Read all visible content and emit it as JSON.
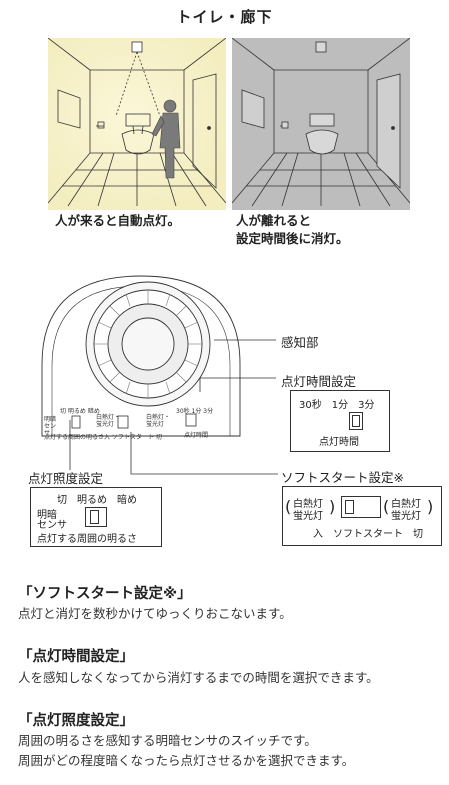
{
  "title": "トイレ・廊下",
  "scene_left": {
    "caption": "人が来ると自動点灯。"
  },
  "scene_right": {
    "caption_line1": "人が離れると",
    "caption_line2": "設定時間後に消灯。"
  },
  "device": {
    "callout_sensor": "感知部",
    "callout_time": "点灯時間設定",
    "callout_lux": "点灯照度設定",
    "callout_soft": "ソフトスタート設定※",
    "mini_lux_top": "切 明るめ 暗め",
    "mini_lux_side": "明暗センサ",
    "mini_lux_bottom": "点灯する周囲の明るさ",
    "mini_soft_left": "白熱灯・蛍光灯",
    "mini_soft_right": "白熱灯・蛍光灯",
    "mini_soft_bottom": "入 ソフトスタート 切",
    "mini_time_top": "30秒 1分 3分",
    "mini_time_bottom": "点灯時間"
  },
  "panel_time": {
    "options": "30秒　1分　3分",
    "label": "点灯時間"
  },
  "panel_lux": {
    "options": "切　明るめ　暗め",
    "side1": "明暗",
    "side2": "センサ",
    "label": "点灯する周囲の明るさ"
  },
  "panel_soft": {
    "left1": "白熱灯",
    "left2": "蛍光灯",
    "right1": "白熱灯",
    "right2": "蛍光灯",
    "label": "入　ソフトスタート　切"
  },
  "sections": [
    {
      "heading": "「ソフトスタート設定※」",
      "lines": [
        "点灯と消灯を数秒かけてゆっくりおこないます。"
      ]
    },
    {
      "heading": "「点灯時間設定」",
      "lines": [
        "人を感知しなくなってから消灯するまでの時間を選択できます。"
      ]
    },
    {
      "heading": "「点灯照度設定」",
      "lines": [
        "周囲の明るさを感知する明暗センサのスイッチです。",
        "周囲がどの程度暗くなったら点灯させるかを選択できます。"
      ]
    }
  ],
  "colors": {
    "lit_glow": "#f6f1c8",
    "dark_room": "#bdbdbd",
    "line": "#333333"
  }
}
